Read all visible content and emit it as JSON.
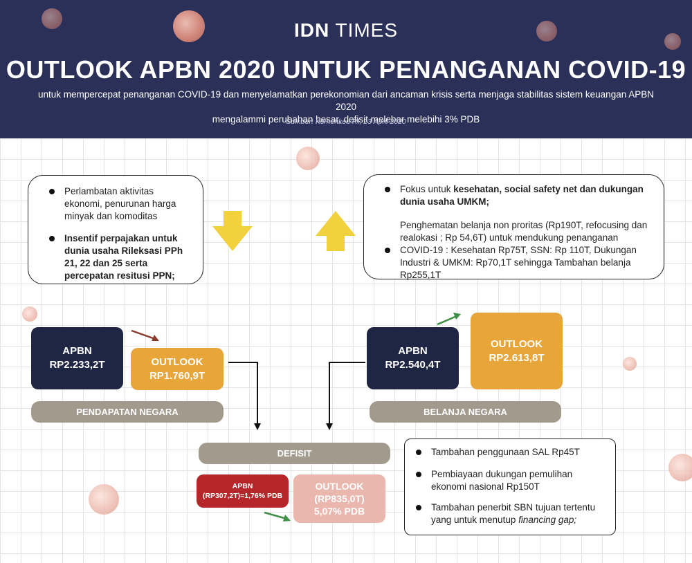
{
  "header": {
    "brand_bold": "IDN",
    "brand_light": "TIMES",
    "title": "OUTLOOK APBN 2020 UNTUK PENANGANAN COVID-19",
    "subtitle_line1": "untuk mempercepat penanganan COVID-19 dan menyelamatkan perekonomian dari ancaman krisis serta menjaga stabilitas sistem keuangan APBN 2020",
    "subtitle_line2": "mengalammi perubahan besar, defisit melebar melebihi 3% PDB",
    "source": "Sumber: Kemenkeu RI, 23 April 2020"
  },
  "left_box": {
    "item1": "Perlambatan aktivitas ekonomi, penurunan harga minyak dan komoditas",
    "item2": "Insentif perpajakan untuk dunia usaha Rileksasi PPh 21, 22 dan 25 serta percepatan resitusi PPN;"
  },
  "right_box": {
    "item1_prefix": "Fokus untuk ",
    "item1_bold": "kesehatan, social safety net dan dukungan dunia usaha UMKM;",
    "item2": "Penghematan belanja non proritas (Rp190T, refocusing dan realokasi ; Rp 54,6T) untuk mendukung penanganan COVID-19 : Kesehatan Rp75T, SSN: Rp 110T, Dukungan Industri & UMKM: Rp70,1T sehingga Tambahan belanja Rp255,1T"
  },
  "pendapatan": {
    "apbn_label": "APBN",
    "apbn_value": "RP2.233,2T",
    "outlook_label": "OUTLOOK",
    "outlook_value": "RP1.760,9T",
    "section_label": "PENDAPATAN NEGARA"
  },
  "belanja": {
    "apbn_label": "APBN",
    "apbn_value": "RP2.540,4T",
    "outlook_label": "OUTLOOK",
    "outlook_value": "RP2.613,8T",
    "section_label": "BELANJA NEGARA"
  },
  "defisit": {
    "section_label": "DEFISIT",
    "apbn_label": "APBN",
    "apbn_value": "(RP307,2T)=1,76% PDB",
    "outlook_label": "OUTLOOK",
    "outlook_value": "(RP835,0T)",
    "outlook_pdb": "5,07% PDB"
  },
  "bottom_box": {
    "item1": "Tambahan penggunaan SAL Rp45T",
    "item2": "Pembiayaan dukungan pemulihan ekonomi nasional Rp150T",
    "item3_plain": "Tambahan penerbit SBN tujuan tertentu yang untuk menutup ",
    "item3_italic": "financing gap;"
  },
  "colors": {
    "header_bg": "#2b3059",
    "navy": "#1f2644",
    "orange": "#e8a53a",
    "yellow_arrow": "#f1d13e",
    "deficit_red": "#b5262a",
    "deficit_pink": "#eab7ae",
    "pill_gray": "#a39a8e",
    "arrow_green": "#3f8f47",
    "arrow_brown": "#8a3b2c"
  },
  "icons": [
    "virus-icon",
    "arrow-down-icon",
    "arrow-up-icon",
    "trend-arrow-icon",
    "flow-arrow-icon",
    "bullet-icon"
  ]
}
